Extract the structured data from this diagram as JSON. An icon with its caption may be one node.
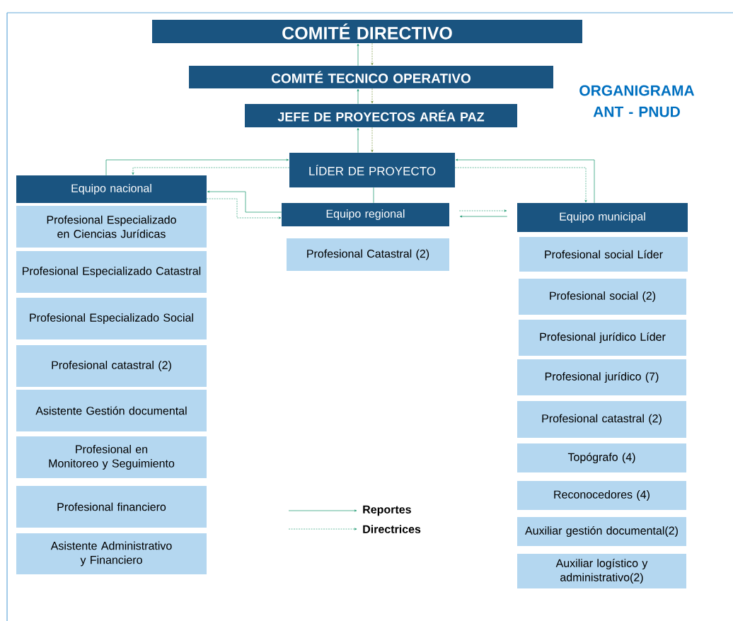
{
  "diagram": {
    "title": "ORGANIGRAMA ANT - PNUD",
    "nodes": [
      {
        "text": [
          "COMITÉ DIRECTIVO"
        ]
      },
      {
        "text": [
          "COMITÉ TECNICO OPERATIVO"
        ]
      },
      {
        "text": [
          "JEFE DE PROYECTOS ARÉA PAZ"
        ]
      },
      {
        "text": [
          "LÍDER DE PROYECTO"
        ]
      },
      {
        "text": [
          "Equipo nacional"
        ]
      },
      {
        "text": [
          "Profesional Especializado en Ciencias Jurídicas"
        ]
      },
      {
        "text": [
          "Profesional Especializado Catastral"
        ]
      },
      {
        "text": [
          "Profesional Especializado Social"
        ]
      },
      {
        "text": [
          "Profesional catastral (2)"
        ]
      },
      {
        "text": [
          "Asistente Gestión documental"
        ]
      },
      {
        "text": [
          "Profesional en Monitoreo y Seguimiento"
        ]
      },
      {
        "text": [
          "Profesional financiero"
        ]
      },
      {
        "text": [
          "Asistente Administrativo y Financiero"
        ]
      },
      {
        "text": [
          "Equipo regional"
        ]
      },
      {
        "text": [
          "Profesional Catastral (2)"
        ]
      },
      {
        "text": [
          "Equipo municipal"
        ]
      },
      {
        "text": [
          "Profesional social Líder"
        ]
      },
      {
        "text": [
          "Profesional social (2)"
        ]
      },
      {
        "text": [
          "Profesional jurídico Líder"
        ]
      },
      {
        "text": [
          "Profesional jurídico (7)"
        ]
      },
      {
        "text": [
          "Profesional catastral (2)"
        ]
      },
      {
        "text": [
          "Topógrafo (4)"
        ]
      },
      {
        "text": [
          "Reconocedores (4)"
        ]
      },
      {
        "text": [
          "Auxiliar gestión documental(2)"
        ]
      },
      {
        "text": [
          "Auxiliar logístico y administrativo(2)"
        ]
      }
    ],
    "edges": [
      {
        "from": 1,
        "to": 0,
        "arrow": "to"
      },
      {
        "from": 0,
        "to": 1,
        "arrow": "to",
        "style": "dashed",
        "color": "#77933c"
      },
      {
        "from": 2,
        "to": 1,
        "arrow": "to"
      },
      {
        "from": 1,
        "to": 2,
        "arrow": "to",
        "style": "dashed",
        "color": "#77933c"
      },
      {
        "from": 3,
        "to": 2,
        "arrow": "to"
      },
      {
        "from": 2,
        "to": 3,
        "arrow": "to",
        "style": "dashed",
        "color": "#77933c"
      },
      {
        "from": 4,
        "to": 3,
        "arrow": "to"
      },
      {
        "from": 3,
        "to": 4,
        "arrow": "to",
        "style": "dashed"
      },
      {
        "from": 3,
        "to": 13,
        "arrow": "none"
      },
      {
        "from": 13,
        "to": 4,
        "arrow": "to"
      },
      {
        "from": 4,
        "to": 13,
        "arrow": "to",
        "style": "dashed"
      },
      {
        "from": 15,
        "to": 3,
        "arrow": "to"
      },
      {
        "from": 3,
        "to": 15,
        "arrow": "to",
        "style": "dashed"
      },
      {
        "from": 13,
        "to": 15,
        "arrow": "to",
        "style": "dashed"
      },
      {
        "from": 15,
        "to": 13,
        "arrow": "to"
      }
    ],
    "legend": [
      {
        "text": "Reportes"
      },
      {
        "text": "Directrices"
      }
    ]
  }
}
